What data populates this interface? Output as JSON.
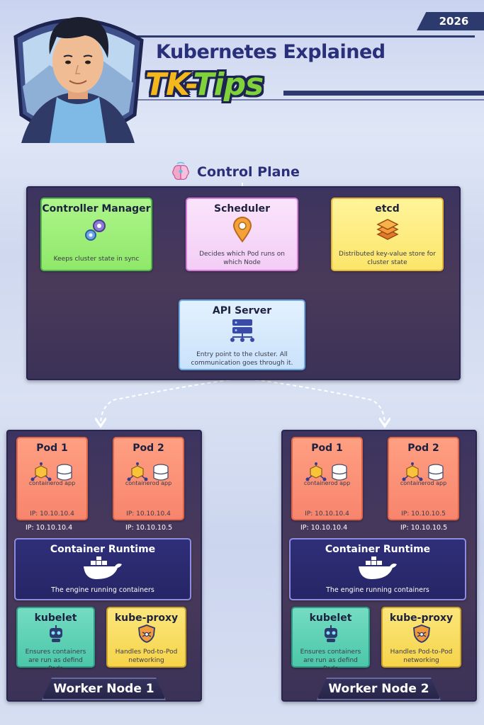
{
  "header": {
    "year": "2026",
    "title": "Kubernetes Explained",
    "brand_part1": "TK-",
    "brand_part2": "Tips"
  },
  "control_plane": {
    "title": "Control Plane",
    "controller_manager": {
      "title": "Controller Manager",
      "desc": "Keeps cluster state in sync"
    },
    "scheduler": {
      "title": "Scheduler",
      "desc": "Decides which Pod runs on which Node"
    },
    "etcd": {
      "title": "etcd",
      "desc": "Distributed key-value store for cluster state"
    },
    "api_server": {
      "title": "API Server",
      "desc": "Entry point to the cluster. All communication goes through it."
    }
  },
  "worker_nodes": [
    {
      "label": "Worker Node 1",
      "pods": [
        {
          "title": "Pod 1",
          "app": "containerod app",
          "ip_inner": "IP: 10.10.10.4",
          "ip_outer": "IP: 10.10.10.4"
        },
        {
          "title": "Pod 2",
          "app": "containerod app",
          "ip_inner": "IP: 10.10.10.4",
          "ip_outer": "IP: 10.10.10.5"
        }
      ],
      "runtime": {
        "title": "Container Runtime",
        "desc": "The engine running containers"
      },
      "kubelet": {
        "title": "kubelet",
        "desc": "Ensures containers are run as defind Pods"
      },
      "kube_proxy": {
        "title": "kube-proxy",
        "desc": "Handles Pod-to-Pod networking"
      }
    },
    {
      "label": "Worker Node 2",
      "pods": [
        {
          "title": "Pod 1",
          "app": "containerod app",
          "ip_inner": "IP: 10.10.10.4",
          "ip_outer": "IP: 10.10.10.4"
        },
        {
          "title": "Pod 2",
          "app": "containerod app",
          "ip_inner": "IP: 10.10.10.5",
          "ip_outer": "IP: 10.10.10.5"
        }
      ],
      "runtime": {
        "title": "Container Runtime",
        "desc": "The engine running containers"
      },
      "kubelet": {
        "title": "kubelet",
        "desc": "Ensures containers are run as defind Pods"
      },
      "kube_proxy": {
        "title": "kube-proxy",
        "desc": "Handles Pod-to-Pod networking"
      }
    }
  ],
  "icons": [
    "avatar",
    "brain-icon",
    "gears-icon",
    "location-pin-icon",
    "database-layers-icon",
    "server-icon",
    "cube-network-icon",
    "database-icon",
    "docker-whale-icon",
    "robot-icon",
    "shield-network-icon"
  ],
  "colors": {
    "navy": "#2c3a6e",
    "title": "#2a2f7a",
    "green": "#8fe86a",
    "pink": "#f3cdf6",
    "yellow": "#fbe56a",
    "blue": "#c9e2fb",
    "salmon": "#f7856d",
    "teal": "#4cc7a9"
  }
}
